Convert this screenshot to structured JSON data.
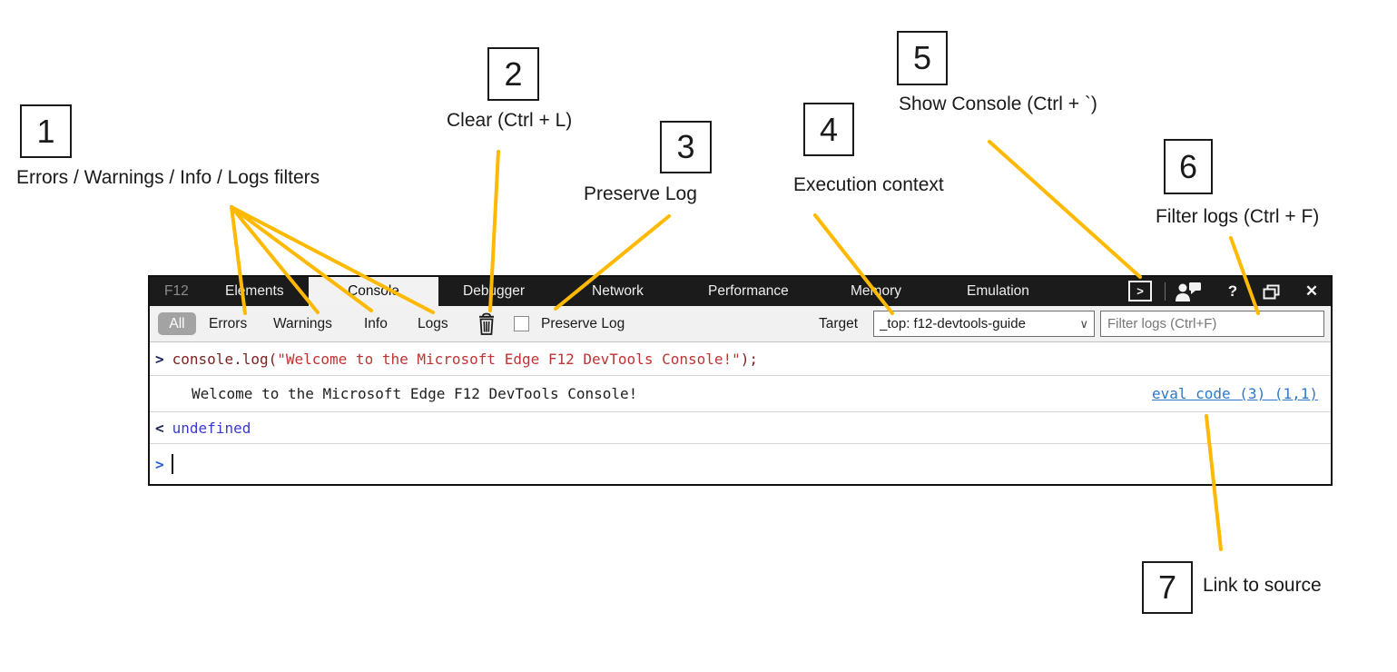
{
  "colors": {
    "annotation_line": "#FFB900",
    "link_blue": "#2E77C9",
    "code_maroon": "#7F2121",
    "string_red": "#BF3434",
    "undefined_blue": "#3A3ACD",
    "prompt_blue": "#2B5FD9"
  },
  "annotations": {
    "callouts": [
      {
        "num": "1",
        "label": "Errors / Warnings / Info / Logs filters"
      },
      {
        "num": "2",
        "label": "Clear (Ctrl + L)"
      },
      {
        "num": "3",
        "label": "Preserve Log"
      },
      {
        "num": "4",
        "label": "Execution context"
      },
      {
        "num": "5",
        "label": "Show Console (Ctrl + `)"
      },
      {
        "num": "6",
        "label": "Filter logs (Ctrl + F)"
      },
      {
        "num": "7",
        "label": "Link to source"
      }
    ]
  },
  "devtools": {
    "tabs": {
      "items": [
        "F12",
        "Elements",
        "Console",
        "Debugger",
        "Network",
        "Performance",
        "Memory",
        "Emulation"
      ],
      "active": "Console"
    },
    "titlebar_icons": {
      "show_console": ">",
      "help": "?",
      "close": "✕"
    },
    "toolbar": {
      "filters": [
        "All",
        "Errors",
        "Warnings",
        "Info",
        "Logs"
      ],
      "active_filter": "All",
      "preserve_log_label": "Preserve Log",
      "target_label": "Target",
      "target_value": "_top: f12-devtools-guide",
      "dropdown_chevron": "∨",
      "filter_placeholder": "Filter logs (Ctrl+F)"
    },
    "console": {
      "input_echo": {
        "chevron": ">",
        "code": "console.log(",
        "string": "\"Welcome to the Microsoft Edge F12 DevTools Console!\"",
        "code_end": ");"
      },
      "output": {
        "text": "Welcome to the Microsoft Edge F12 DevTools Console!",
        "source_link": "eval code (3) (1,1)"
      },
      "result": {
        "chevron": "<",
        "value": "undefined"
      },
      "prompt": {
        "chevron": ">"
      }
    }
  }
}
